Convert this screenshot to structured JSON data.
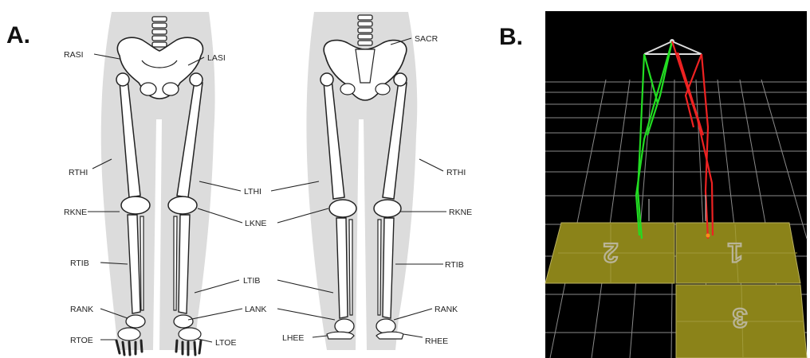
{
  "panel_a": {
    "letter": "A.",
    "front_labels": {
      "rasi": "RASI",
      "lasi": "LASI",
      "rthi": "RTHI",
      "rkne": "RKNE",
      "rtib": "RTIB",
      "rank": "RANK",
      "rtoe": "RTOE",
      "ltoe": "LTOE"
    },
    "middle_labels": {
      "lthi": "LTHI",
      "lkne": "LKNE",
      "ltib": "LTIB",
      "lank": "LANK"
    },
    "back_labels": {
      "sacr": "SACR",
      "rthi": "RTHI",
      "rkne": "RKNE",
      "rtib": "RTIB",
      "rank": "RANK",
      "lhee": "LHEE",
      "rhee": "RHEE"
    }
  },
  "panel_b": {
    "letter": "B.",
    "plates": [
      "2",
      "1",
      "3"
    ],
    "colors": {
      "background": "#000000",
      "grid": "#8a8a8a",
      "plate": "#8b8319",
      "left_leg": "#22dd22",
      "right_leg": "#ee2222",
      "pelvis": "#dddddd"
    }
  }
}
